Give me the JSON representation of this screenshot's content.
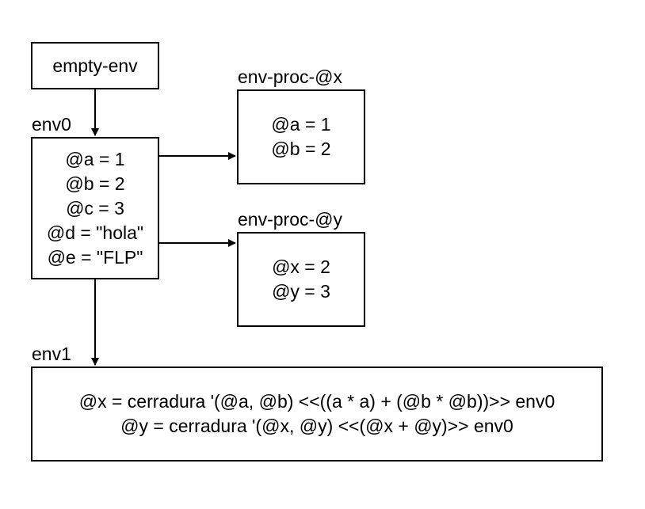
{
  "nodes": {
    "empty_env": {
      "lines": [
        "empty-env"
      ]
    },
    "env0": {
      "caption": "env0",
      "lines": [
        "@a = 1",
        "@b = 2",
        "@c = 3",
        "@d = \"hola\"",
        "@e = \"FLP\""
      ]
    },
    "env_proc_x": {
      "caption": "env-proc-@x",
      "lines": [
        "@a = 1",
        "@b = 2"
      ]
    },
    "env_proc_y": {
      "caption": "env-proc-@y",
      "lines": [
        "@x = 2",
        "@y = 3"
      ]
    },
    "env1": {
      "caption": "env1",
      "lines": [
        "@x = cerradura '(@a, @b) <<((a * a) + (@b * @b))>> env0",
        "@y = cerradura '(@x, @y) <<(@x + @y)>> env0"
      ]
    }
  },
  "edges": [
    {
      "from": "empty-env",
      "to": "env0"
    },
    {
      "from": "env0",
      "to": "env-proc-@x"
    },
    {
      "from": "env0",
      "to": "env-proc-@y"
    },
    {
      "from": "env0",
      "to": "env1"
    }
  ]
}
